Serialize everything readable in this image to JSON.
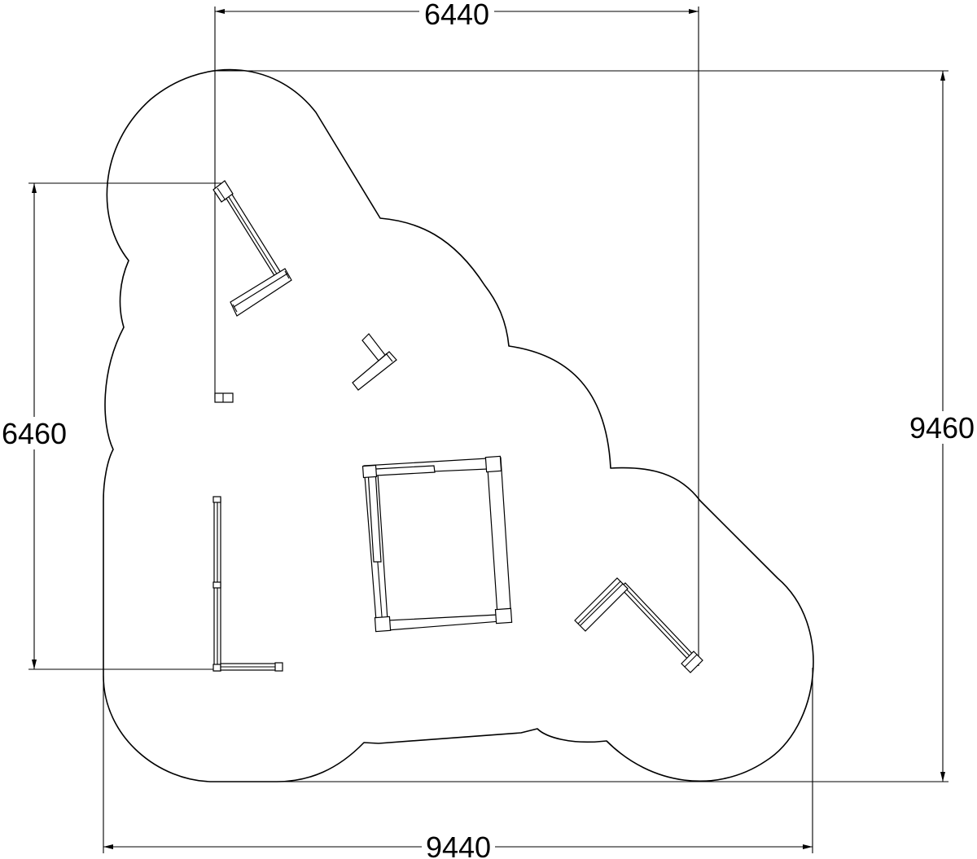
{
  "dimensions": {
    "top_width": "6440",
    "left_height": "6460",
    "right_height": "9460",
    "bottom_width": "9440"
  },
  "colors": {
    "line": "#000000",
    "background": "#ffffff"
  }
}
